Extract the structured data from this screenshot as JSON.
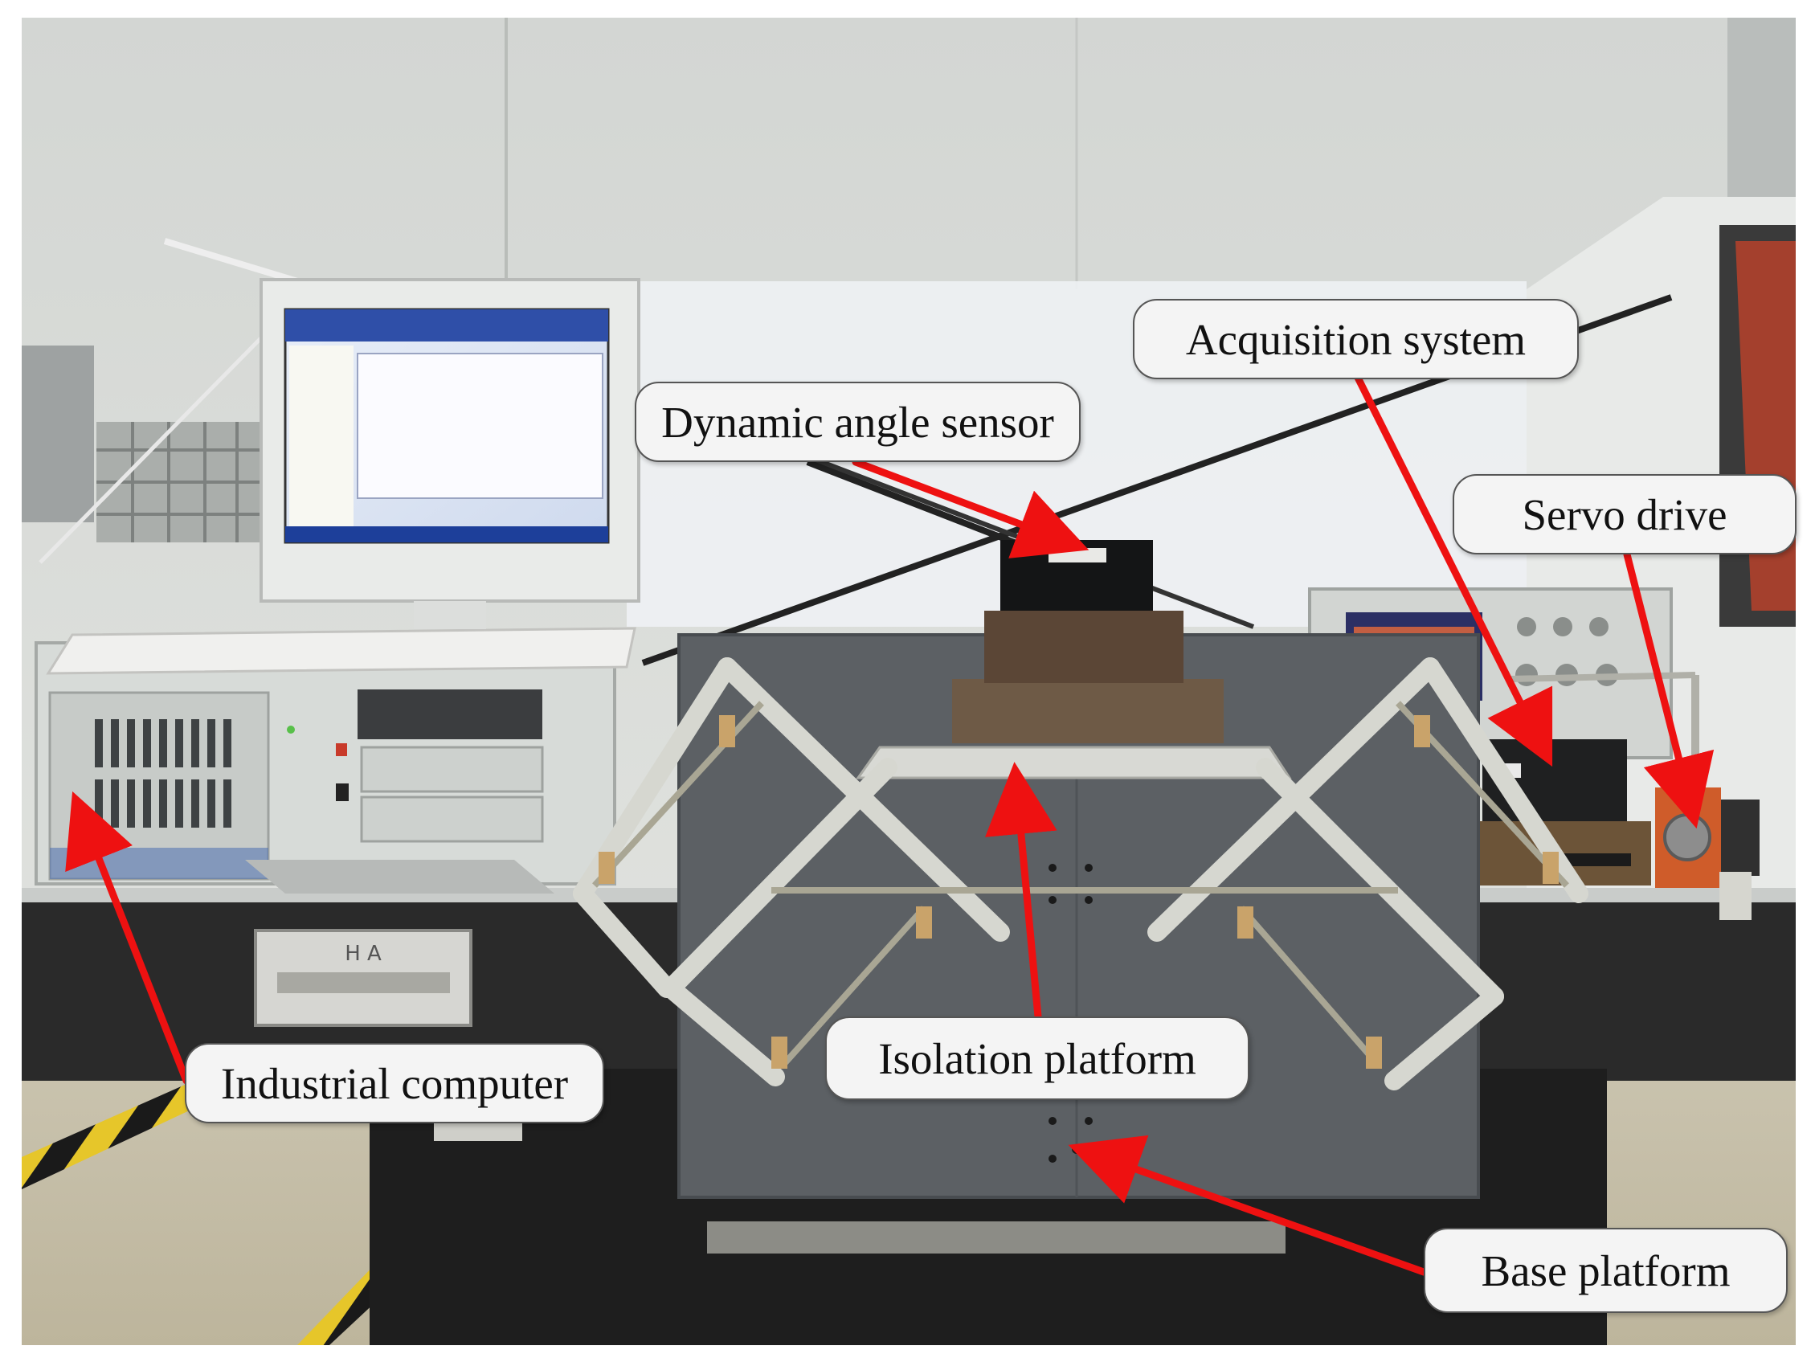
{
  "figure": {
    "labels": {
      "acquisition_system": "Acquisition system",
      "dynamic_angle_sensor": "Dynamic angle sensor",
      "servo_drive": "Servo drive",
      "isolation_platform": "Isolation platform",
      "industrial_computer": "Industrial computer",
      "base_platform": "Base platform"
    },
    "arrow_color": "#ee1111",
    "callout_fill": "#f4f4f4",
    "callout_border": "#555555"
  }
}
